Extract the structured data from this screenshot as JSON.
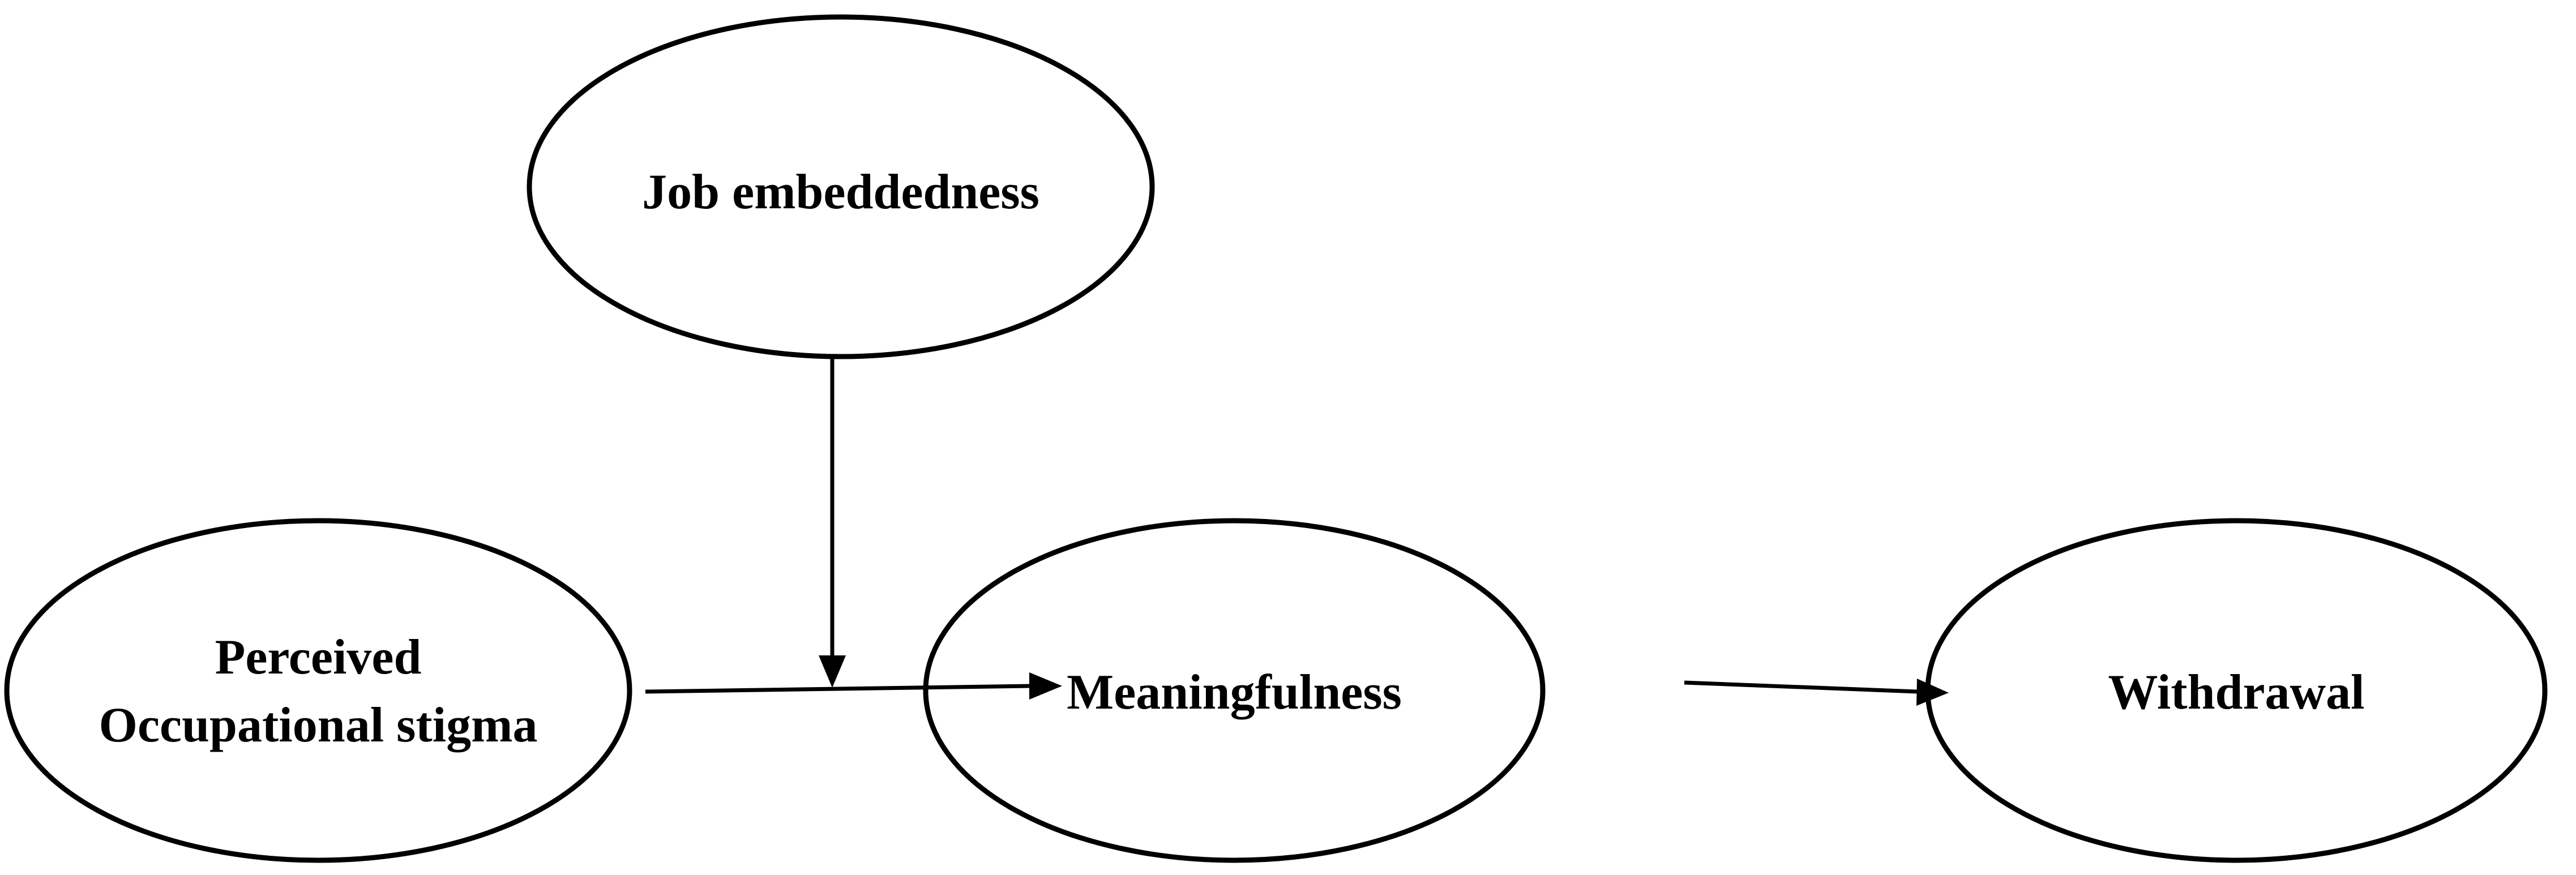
{
  "diagram": {
    "nodes": {
      "job_embeddedness": {
        "label": "Job embeddedness"
      },
      "perceived_stigma": {
        "label_line1": "Perceived",
        "label_line2": "Occupational stigma"
      },
      "meaningfulness": {
        "label": "Meaningfulness"
      },
      "withdrawal": {
        "label": "Withdrawal"
      }
    },
    "edges": [
      {
        "from": "Perceived Occupational stigma",
        "to": "Meaningfulness"
      },
      {
        "from": "Meaningfulness",
        "to": "Withdrawal"
      },
      {
        "from": "Job embeddedness",
        "to": "Perceived Occupational stigma → Meaningfulness"
      }
    ],
    "colors": {
      "stroke": "#000000",
      "fill": "#ffffff",
      "text": "#000000"
    }
  }
}
